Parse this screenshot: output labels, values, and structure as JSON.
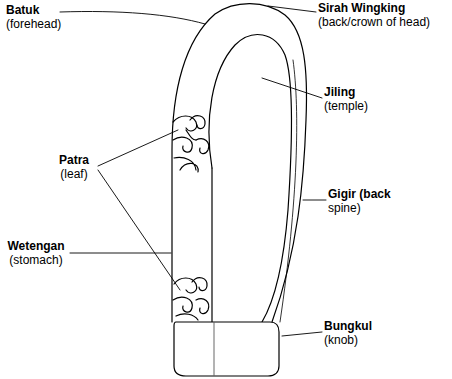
{
  "diagram": {
    "labels": [
      "Batuk (forehead)",
      "Sirah Wingking (back/crown of head)",
      "Jiling (temple)",
      "Patra (leaf)",
      "Wetengan (stomach)",
      "Gigir (back spine)",
      "Bungkul (knob)"
    ]
  }
}
